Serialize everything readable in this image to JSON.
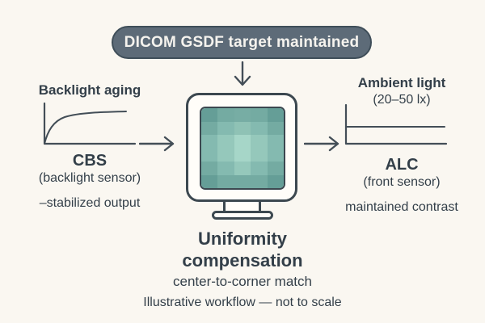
{
  "banner": {
    "label": "DICOM GSDF target maintained"
  },
  "left": {
    "graph_title": "Backlight aging",
    "graph": {
      "type": "line",
      "shape": "saturating-rise-curve",
      "axes": "x-y, unlabeled"
    },
    "node_title": "CBS",
    "node_subtitle": "(backlight sensor)",
    "note": "–stabilized output"
  },
  "right": {
    "graph_title": "Ambient light",
    "graph_subtitle": "(20–50 lx)",
    "graph": {
      "type": "line",
      "shape": "flat-constant-line",
      "axes": "x-y, unlabeled"
    },
    "node_title": "ALC",
    "node_subtitle": "(front sensor)",
    "note": "maintained contrast"
  },
  "center": {
    "title_line1": "Uniformity",
    "title_line2": "compensation",
    "subtitle": "center-to-corner match",
    "footnote": "Illustrative workflow — not to scale"
  },
  "monitor": {
    "description": "CRT-style monitor with teal uniformity-test grid, brighter at center, darker at corners",
    "screen_grid": {
      "cols": 5,
      "rows": 6,
      "colors": [
        [
          "#659e97",
          "#74aba2",
          "#77ada4",
          "#74aba2",
          "#659e97"
        ],
        [
          "#74aba2",
          "#84bab0",
          "#8fc2b5",
          "#84bab0",
          "#74aba2"
        ],
        [
          "#84bab0",
          "#95c8bb",
          "#a6d6c8",
          "#95c8bb",
          "#84bab0"
        ],
        [
          "#84bab0",
          "#95c8bb",
          "#a6d6c8",
          "#95c8bb",
          "#84bab0"
        ],
        [
          "#74aba2",
          "#84bab0",
          "#95c8bb",
          "#84bab0",
          "#74aba2"
        ],
        [
          "#659e97",
          "#74aba2",
          "#74aba2",
          "#74aba2",
          "#659e97"
        ]
      ]
    }
  },
  "icons": {
    "arrow_down": "arrow-down-icon",
    "arrow_left_to_monitor": "arrow-right-icon",
    "arrow_monitor_to_right": "arrow-right-icon"
  },
  "colors": {
    "background": "#faf7f1",
    "text": "#333f49",
    "banner_fill": "#5d6b78",
    "banner_border": "#3f4e59",
    "banner_text": "#f5f3ee",
    "line_stroke": "#434e57",
    "monitor_outline": "#3c4850",
    "monitor_fill": "#fffdf9",
    "screen_center": "#a6d6c8",
    "screen_corner": "#659e97"
  }
}
